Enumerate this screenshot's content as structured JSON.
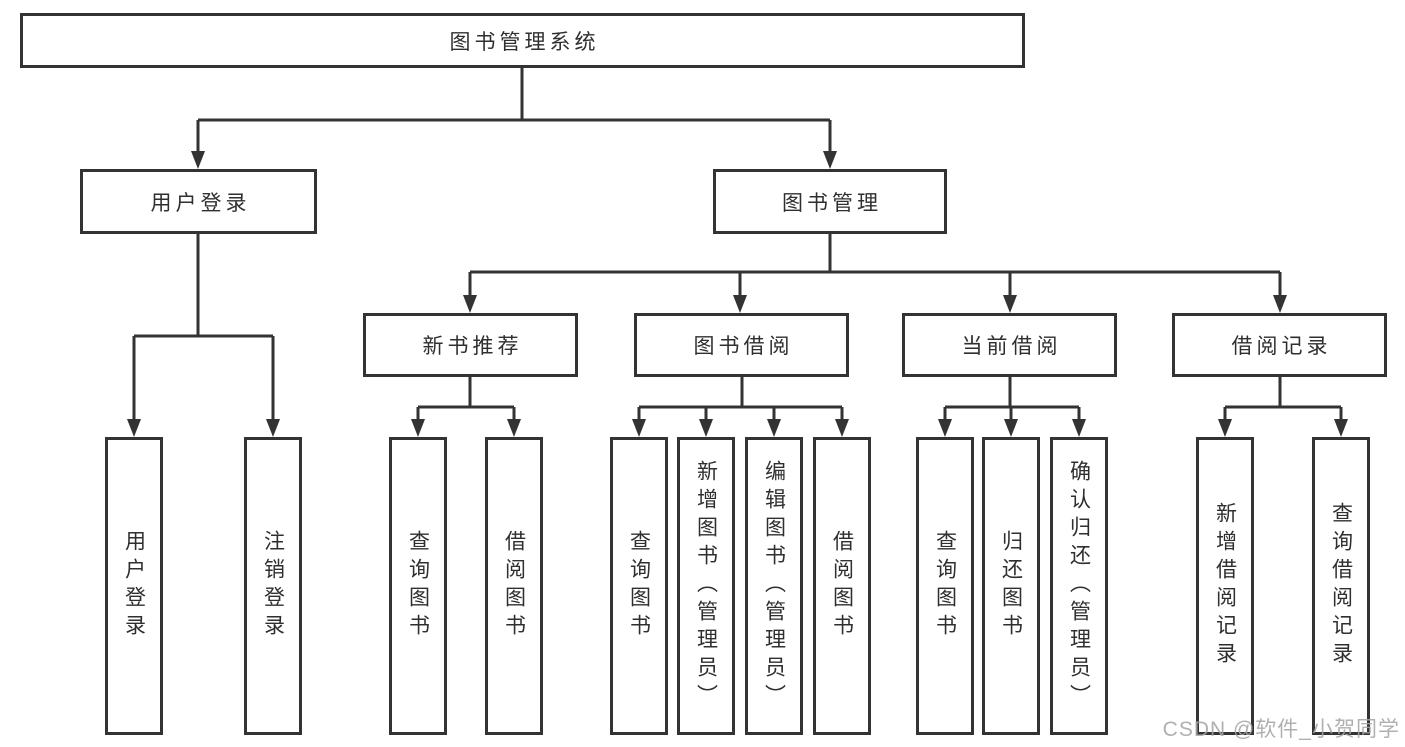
{
  "diagram": {
    "root": {
      "label": "图书管理系统"
    },
    "level1": [
      {
        "label": "用户登录"
      },
      {
        "label": "图书管理"
      }
    ],
    "level2": [
      {
        "label": "新书推荐",
        "parent": "图书管理"
      },
      {
        "label": "图书借阅",
        "parent": "图书管理"
      },
      {
        "label": "当前借阅",
        "parent": "图书管理"
      },
      {
        "label": "借阅记录",
        "parent": "图书管理"
      }
    ],
    "leaves": [
      {
        "label": "用户登录",
        "parent": "用户登录"
      },
      {
        "label": "注销登录",
        "parent": "用户登录"
      },
      {
        "label": "查询图书",
        "parent": "新书推荐"
      },
      {
        "label": "借阅图书",
        "parent": "新书推荐"
      },
      {
        "label": "查询图书",
        "parent": "图书借阅"
      },
      {
        "label": "新增图书（管理员）",
        "parent": "图书借阅"
      },
      {
        "label": "编辑图书（管理员）",
        "parent": "图书借阅"
      },
      {
        "label": "借阅图书",
        "parent": "图书借阅"
      },
      {
        "label": "查询图书",
        "parent": "当前借阅"
      },
      {
        "label": "归还图书",
        "parent": "当前借阅"
      },
      {
        "label": "确认归还（管理员）",
        "parent": "当前借阅"
      },
      {
        "label": "新增借阅记录",
        "parent": "借阅记录"
      },
      {
        "label": "查询借阅记录",
        "parent": "借阅记录"
      }
    ]
  },
  "watermark": {
    "text": "CSDN @软件_小贺同学"
  },
  "colors": {
    "line": "#333333",
    "box_border": "#333333",
    "box_background": "#ffffff",
    "text": "#2f2f2f",
    "watermark": "#a5a5a5",
    "page_background": "#ffffff"
  }
}
